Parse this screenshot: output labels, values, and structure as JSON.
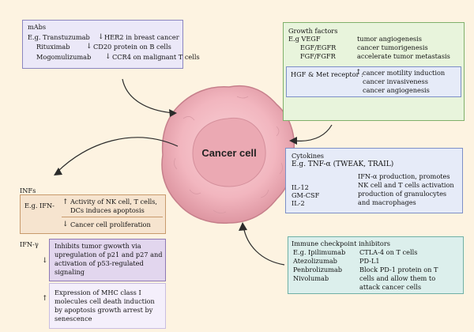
{
  "center_label": "Cancer cell",
  "colors": {
    "background": "#fdf3e1",
    "cell": "#f2b6bf",
    "cell_core": "#e7a6ae",
    "arrow": "#2b2b2b"
  },
  "mabs": {
    "title": "mAbs",
    "rows": [
      {
        "drug": "E.g. Transtuzumab",
        "direction": "down",
        "effect": "HER2 in breast cancer"
      },
      {
        "drug": "Rituximab",
        "direction": "down",
        "effect": "CD20 protein on B cells"
      },
      {
        "drug": "Mogomulizumab",
        "direction": "down",
        "effect": "CCR4 on malignant T cells"
      }
    ]
  },
  "growth_factors": {
    "title": "Growth factors",
    "rows": [
      {
        "factor": "E.g VEGF",
        "effect": "tumor angiogenesis"
      },
      {
        "factor": "EGF/EGFR",
        "effect": "cancer tumorigenesis"
      },
      {
        "factor": "FGF/FGFR",
        "effect": "accelerate tumor metastasis"
      }
    ],
    "hgf": {
      "label": "HGF & Met receptor :",
      "effects": [
        "cancer motility induction",
        "cancer invasiveness",
        "cancer angiogenesis"
      ]
    }
  },
  "cytokines": {
    "title": "Cytokines",
    "example": "E.g. TNF-α (TWEAK, TRAIL)",
    "list": [
      "IL-12",
      "GM-CSF",
      "IL-2"
    ],
    "effect_lines": [
      "IFN-α production, promotes",
      "NK cell and T cells activation",
      "production of granulocytes",
      "and macrophages"
    ]
  },
  "checkpoint": {
    "title": "Immune checkpoint inhibitors",
    "rows": [
      {
        "drug": "E.g. Ipilimumab",
        "effect": "CTLA-4 on T cells"
      },
      {
        "drug": "Atezolizumab",
        "effect": "PD-L1"
      },
      {
        "drug": "Penbrolizumab",
        "effect": "Block PD-1 protein on T"
      },
      {
        "drug": "Nivolumab",
        "effect": ""
      }
    ],
    "effect_extra": [
      "cells and allow them to",
      "attack cancer cells"
    ]
  },
  "infs": {
    "title": "INFs",
    "ifn_label": "E.g. IFN-",
    "box1_up_lines": [
      "Activity of NK cell, T cells,",
      "DCs induces apoptosis"
    ],
    "box1_down": "Cancer cell proliferation",
    "gamma_label": "IFN-γ",
    "box2_lines": [
      "Inhibits tumor gwowth via",
      "upregulation of p21 and p27 and",
      "activation of p53-regulated",
      "signaling"
    ],
    "box3_lines": [
      "Expression of MHC class I",
      "molecules cell death induction",
      "by apoptosis growth arrest by",
      "senescence"
    ]
  }
}
